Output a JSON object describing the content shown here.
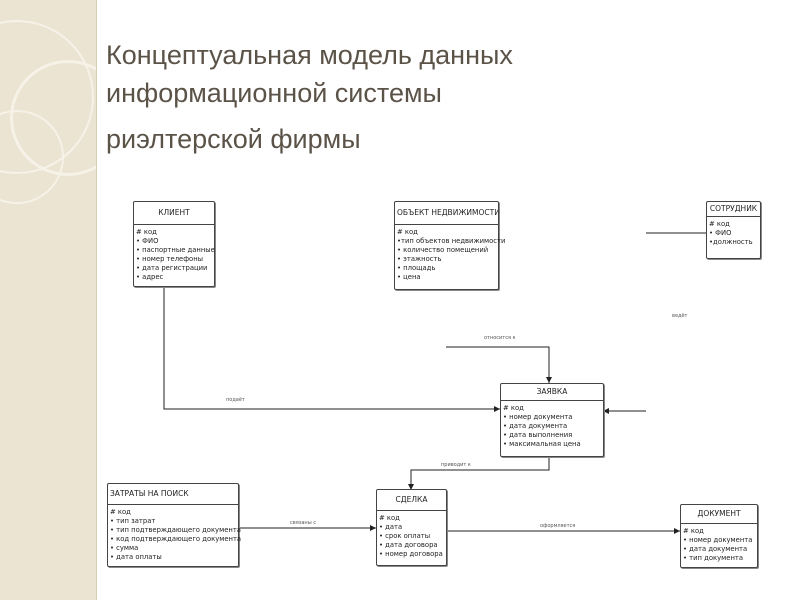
{
  "title": {
    "line1": "Концептуальная модель данных",
    "line2": "информационной системы",
    "line3": "риэлтерской фирмы"
  },
  "entities": {
    "client": {
      "name": "КЛИЕНТ",
      "attrs": [
        "# код",
        "• ФИО",
        "• паспортные данные",
        "• номер телефоны",
        "• дата регистрации",
        "• адрес"
      ]
    },
    "property": {
      "name": "ОБЪЕКТ НЕДВИЖИМОСТИ",
      "attrs": [
        "# код",
        "•тип объектов недвижимости",
        "• количество помещений",
        "• этажность",
        "• площадь",
        "• цена"
      ]
    },
    "employee": {
      "name": "СОТРУДНИК",
      "attrs": [
        "# код",
        "• ФИО",
        "•должность"
      ]
    },
    "request": {
      "name": "ЗАЯВКА",
      "attrs": [
        "# код",
        "• номер документа",
        "• дата документа",
        "• дата выполнения",
        "• максимальная цена"
      ]
    },
    "search_costs": {
      "name": "ЗАТРАТЫ НА ПОИСК",
      "attrs": [
        "# код",
        "• тип затрат",
        "• тип подтверждающего документа",
        "• код подтверждающего документа",
        "• сумма",
        "• дата оплаты"
      ]
    },
    "deal": {
      "name": "СДЕЛКА",
      "attrs": [
        "# код",
        "• дата",
        "• срок оплаты",
        "• дата договора",
        "• номер договора"
      ]
    },
    "document": {
      "name": "ДОКУМЕНТ",
      "attrs": [
        "# код",
        "• номер документа",
        "• дата документа",
        "• тип документа"
      ]
    }
  },
  "relations": {
    "client_request": "подаёт",
    "property_request": "относится к",
    "employee_request": "ведёт",
    "request_deal": "приводит к",
    "costs_deal": "связаны с",
    "deal_document": "оформляется"
  }
}
